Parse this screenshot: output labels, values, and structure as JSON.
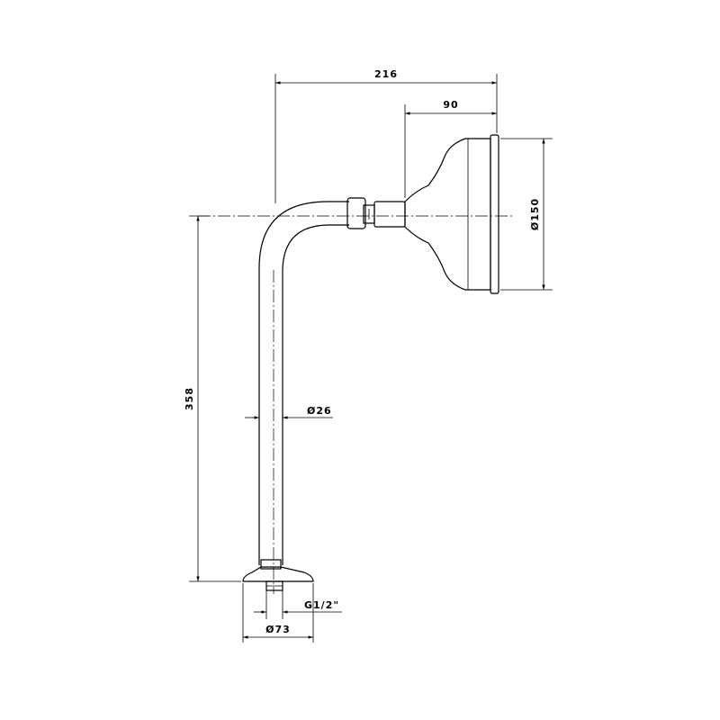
{
  "dimensions": {
    "overall_width": "216",
    "head_depth": "90",
    "head_diameter": "Ø150",
    "height": "358",
    "pipe_diameter": "Ø26",
    "thread": "G1/2\"",
    "flange_diameter": "Ø73"
  }
}
